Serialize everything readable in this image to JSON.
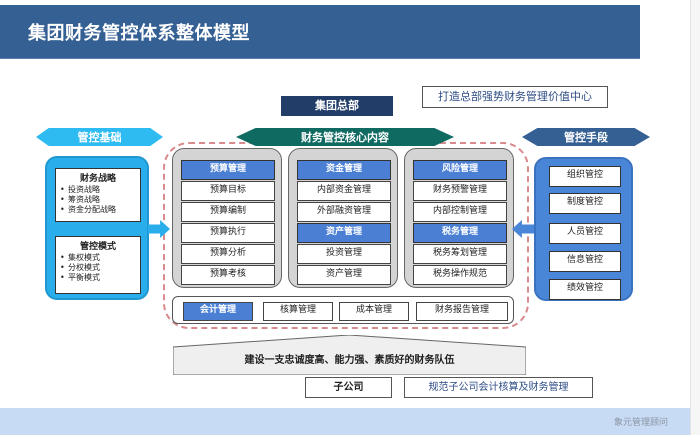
{
  "header": {
    "title": "集团财务管控体系整体模型"
  },
  "slogan": "打造总部强势财务管理价值中心",
  "headquarters": "集团总部",
  "banners": {
    "basic": "管控基础",
    "core": "财务管控核心内容",
    "means": "管控手段"
  },
  "left_panel": {
    "boxes": [
      {
        "title": "财务战略",
        "items": [
          "投资战略",
          "筹资战略",
          "资金分配战略"
        ]
      },
      {
        "title": "管控模式",
        "items": [
          "集权模式",
          "分权模式",
          "平衡模式"
        ]
      }
    ]
  },
  "core_columns": [
    {
      "cells": [
        {
          "label": "预算管理",
          "header": true
        },
        {
          "label": "预算目标",
          "header": false
        },
        {
          "label": "预算编制",
          "header": false
        },
        {
          "label": "预算执行",
          "header": false
        },
        {
          "label": "预算分析",
          "header": false
        },
        {
          "label": "预算考核",
          "header": false
        }
      ]
    },
    {
      "cells": [
        {
          "label": "资金管理",
          "header": true
        },
        {
          "label": "内部资金管理",
          "header": false
        },
        {
          "label": "外部融资管理",
          "header": false
        },
        {
          "label": "资产管理",
          "header": true
        },
        {
          "label": "投资管理",
          "header": false
        },
        {
          "label": "资产管理",
          "header": false
        }
      ]
    },
    {
      "cells": [
        {
          "label": "风险管理",
          "header": true
        },
        {
          "label": "财务预警管理",
          "header": false
        },
        {
          "label": "内部控制管理",
          "header": false
        },
        {
          "label": "税务管理",
          "header": true
        },
        {
          "label": "税务筹划管理",
          "header": false
        },
        {
          "label": "税务操作规范",
          "header": false
        }
      ]
    }
  ],
  "accounting_row": [
    {
      "label": "会计管理",
      "header": true
    },
    {
      "label": "核算管理",
      "header": false
    },
    {
      "label": "成本管理",
      "header": false
    },
    {
      "label": "财务报告管理",
      "header": false
    }
  ],
  "right_panel": {
    "items": [
      "组织管控",
      "制度管控",
      "人员管控",
      "信息管控",
      "绩效管控"
    ]
  },
  "team": "建设一支忠诚度高、能力强、素质好的财务队伍",
  "subsidiary": {
    "label": "子公司",
    "description": "规范子公司会计核算及财务管理"
  },
  "footer": {
    "brand": "象元管理顾问"
  },
  "colors": {
    "header_bg": "#356093",
    "hq_bg": "#223e68",
    "basic_accent": "#2ebbf2",
    "core_accent": "#0f6a62",
    "means_accent": "#4a86d8",
    "cell_header": "#4a7fd4",
    "dashed_border": "#d98a8e",
    "footer_bg": "#c7dbf4"
  }
}
